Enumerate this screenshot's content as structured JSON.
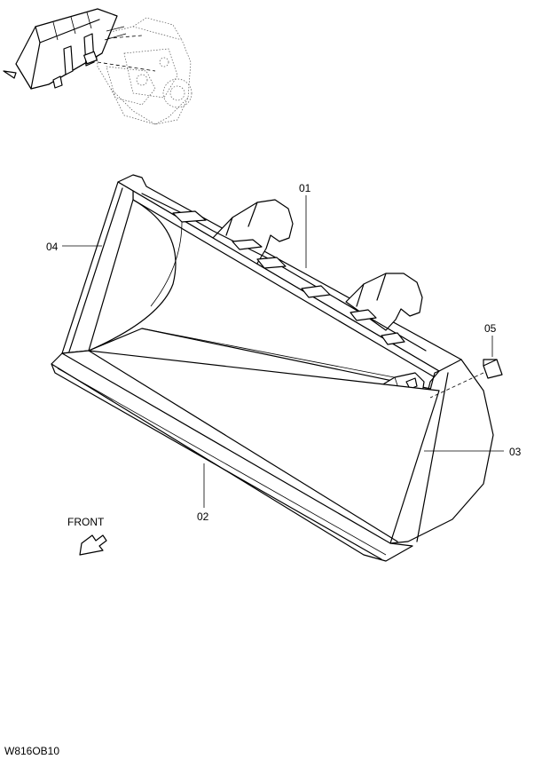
{
  "callouts": {
    "c01": "01",
    "c02": "02",
    "c03": "03",
    "c04": "04",
    "c05": "05"
  },
  "front_label": "FRONT",
  "drawing_code": "W816OB10",
  "icons": {
    "front_arrow": "arrow-down-left-icon",
    "overview": "wheel-loader-overview-thumbnail"
  }
}
